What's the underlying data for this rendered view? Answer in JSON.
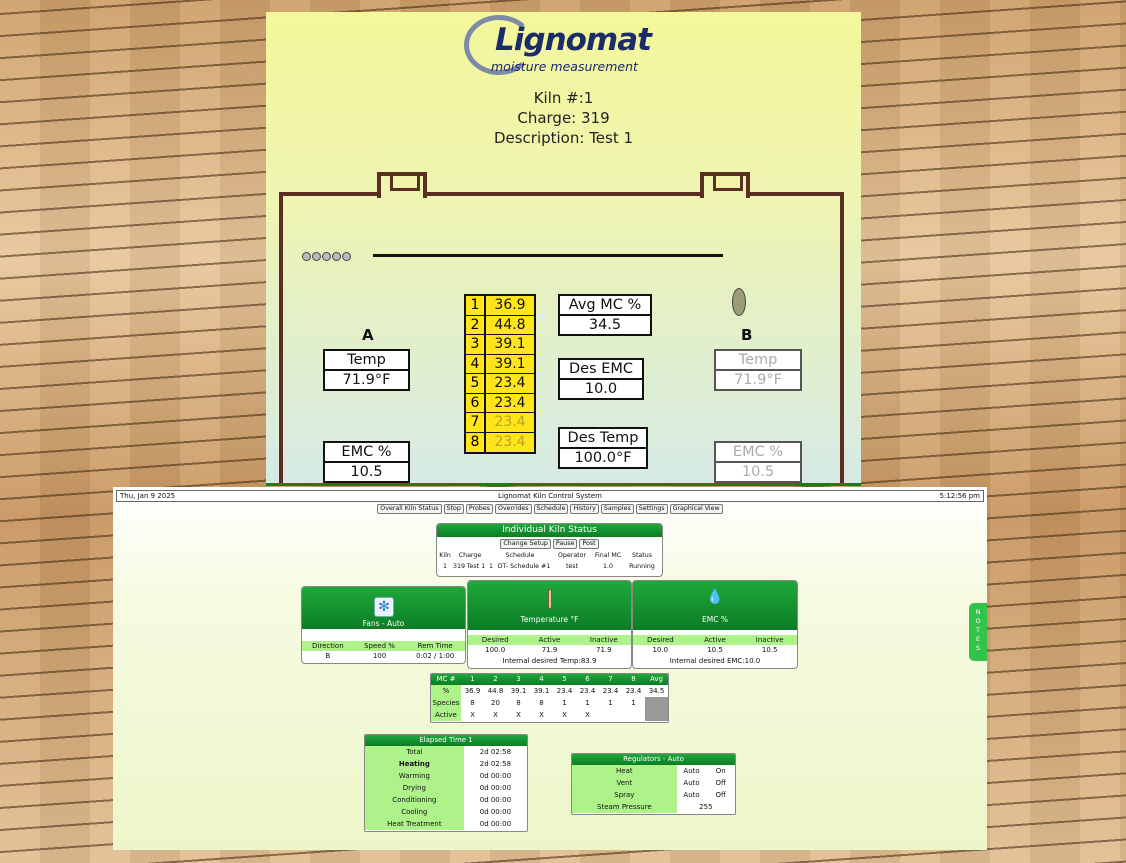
{
  "brand": {
    "logo_word": "Lignomat",
    "logo_sub": "moisture measurement"
  },
  "kiln_info": {
    "kiln": "Kiln #:1",
    "charge": "Charge: 319",
    "description": "Description: Test 1"
  },
  "graphic": {
    "side_a": "A",
    "side_b": "B",
    "temp_label": "Temp",
    "emc_label": "EMC %",
    "a_temp": "71.9°F",
    "a_emc": "10.5",
    "b_temp": "71.9°F",
    "b_emc": "10.5",
    "probes": [
      {
        "n": "1",
        "v": "36.9"
      },
      {
        "n": "2",
        "v": "44.8"
      },
      {
        "n": "3",
        "v": "39.1"
      },
      {
        "n": "4",
        "v": "39.1"
      },
      {
        "n": "5",
        "v": "23.4"
      },
      {
        "n": "6",
        "v": "23.4"
      },
      {
        "n": "7",
        "v": "23.4"
      },
      {
        "n": "8",
        "v": "23.4"
      }
    ],
    "avg_mc_label": "Avg MC %",
    "avg_mc": "34.5",
    "des_emc_label": "Des EMC",
    "des_emc": "10.0",
    "des_temp_label": "Des Temp",
    "des_temp": "100.0°F"
  },
  "status_bar": {
    "date": "Thu, Jan 9 2025",
    "title": "Lignomat Kiln Control System",
    "time": "5:12:56 pm"
  },
  "nav": [
    "Overall Kiln Status",
    "Stop",
    "Probes",
    "Overrides",
    "Schedule",
    "History",
    "Samples",
    "Settings",
    "Graphical View"
  ],
  "kiln_status": {
    "title": "Individual Kiln Status",
    "buttons": [
      "Change Setup",
      "Pause",
      "Post"
    ],
    "headers": [
      "Kiln",
      "Charge",
      "Schedule",
      "Operator",
      "Final MC",
      "Status"
    ],
    "row": [
      "1",
      "319",
      "Test 1",
      "1",
      "DT- Schedule #1",
      "test",
      "1.0",
      "Running"
    ]
  },
  "fans": {
    "title": "Fans - Auto",
    "headers": [
      "Direction",
      "Speed %",
      "Rem Time"
    ],
    "values": [
      "B",
      "100",
      "0:02 / 1:00"
    ]
  },
  "temperature": {
    "title": "Temperature °F",
    "headers": [
      "Desired",
      "Active",
      "Inactive"
    ],
    "values": [
      "100.0",
      "71.9",
      "71.9"
    ],
    "note": "Internal desired Temp:83.9"
  },
  "emc": {
    "title": "EMC %",
    "headers": [
      "Desired",
      "Active",
      "Inactive"
    ],
    "values": [
      "10.0",
      "10.5",
      "10.5"
    ],
    "note": "Internal desired EMC:10.0"
  },
  "mc_table": {
    "headers": [
      "MC #",
      "1",
      "2",
      "3",
      "4",
      "5",
      "6",
      "7",
      "8",
      "Avg"
    ],
    "rows": [
      {
        "label": "%",
        "cells": [
          "36.9",
          "44.8",
          "39.1",
          "39.1",
          "23.4",
          "23.4",
          "23.4",
          "23.4",
          "34.5"
        ]
      },
      {
        "label": "Species",
        "cells": [
          "8",
          "20",
          "8",
          "8",
          "1",
          "1",
          "1",
          "1",
          ""
        ]
      },
      {
        "label": "Active",
        "cells": [
          "X",
          "X",
          "X",
          "X",
          "X",
          "X",
          "",
          "",
          ""
        ]
      }
    ]
  },
  "elapsed": {
    "title": "Elapsed Time 1",
    "rows": [
      {
        "label": "Total",
        "value": "2d 02:58"
      },
      {
        "label": "Heating",
        "value": "2d 02:58"
      },
      {
        "label": "Warming",
        "value": "0d 00:00"
      },
      {
        "label": "Drying",
        "value": "0d 00:00"
      },
      {
        "label": "Conditioning",
        "value": "0d 00:00"
      },
      {
        "label": "Cooling",
        "value": "0d 00:00"
      },
      {
        "label": "Heat Treatment",
        "value": "0d 00:00"
      }
    ]
  },
  "regulators": {
    "title": "Regulators - Auto",
    "rows": [
      {
        "label": "Heat",
        "mode": "Auto",
        "state": "On"
      },
      {
        "label": "Vent",
        "mode": "Auto",
        "state": "Off"
      },
      {
        "label": "Spray",
        "mode": "Auto",
        "state": "Off"
      },
      {
        "label": "Steam Pressure",
        "mode": "",
        "state": "255"
      }
    ]
  },
  "notes_tab": "NOTES"
}
